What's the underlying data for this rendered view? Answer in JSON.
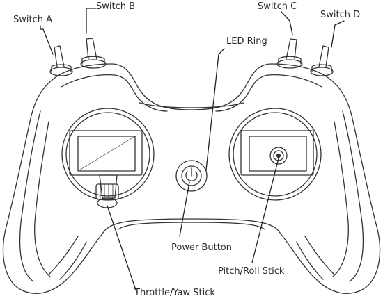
{
  "labels": {
    "switch_a": "Switch A",
    "switch_b": "Switch B",
    "switch_c": "Switch C",
    "switch_d": "Switch D",
    "led_ring": "LED Ring",
    "power_button": "Power Button",
    "pitch_roll_stick": "Pitch/Roll Stick",
    "throttle_yaw_stick": "Throttle/Yaw Stick"
  }
}
